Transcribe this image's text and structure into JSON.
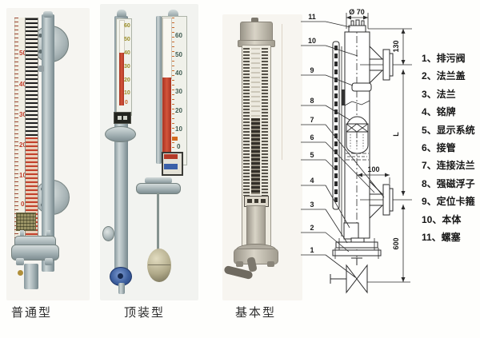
{
  "labels": {
    "photo1": "普通型",
    "photo2": "顶装型",
    "photo3": "基本型"
  },
  "photo1": {
    "scale_numbers": [
      "50",
      "40",
      "30",
      "20",
      "10",
      "0"
    ]
  },
  "photo2": {
    "left_scale_numbers": [
      "60",
      "50",
      "40",
      "30",
      "20",
      "10"
    ],
    "left_zero": "0",
    "right_scale_numbers": [
      "60",
      "50",
      "40",
      "30",
      "20",
      "10",
      "0"
    ]
  },
  "diagram": {
    "dims": {
      "diameter": "Ø 70",
      "top_height": "130",
      "length": "L",
      "nozzle_offset": "100",
      "bottom_height": "600"
    },
    "callouts": [
      "11",
      "10",
      "9",
      "8",
      "7",
      "6",
      "5",
      "4",
      "3",
      "2",
      "1"
    ],
    "legend": [
      "1、排污阀",
      "2、法兰盖",
      "3、法兰",
      "4、铭牌",
      "5、显示系统",
      "6、接管",
      "7、连接法兰",
      "8、强磁浮子",
      "9、定位卡箍",
      "10、本体",
      "11、螺塞"
    ]
  }
}
